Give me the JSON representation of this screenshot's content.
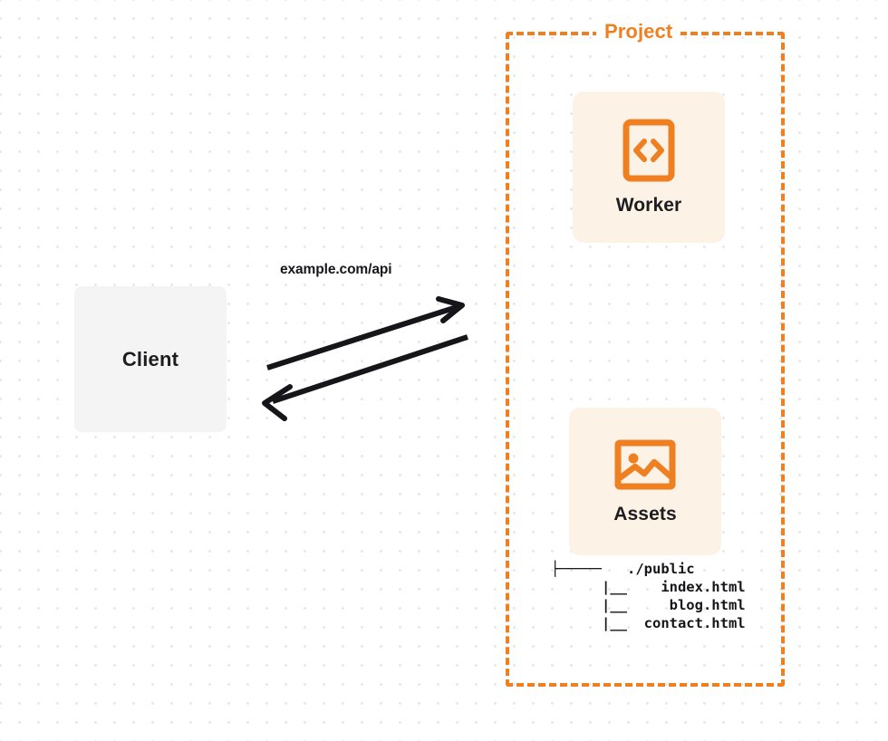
{
  "diagram": {
    "type": "architecture-diagram",
    "background": "dotted-grid",
    "colors": {
      "accent_orange": "#ef8022",
      "box_cream": "#fdf2e6",
      "box_gray": "#f4f4f5",
      "text_dark": "#1d1d1f",
      "arrow": "#16161a",
      "dot_grid": "#e6e6e8"
    }
  },
  "client": {
    "label": "Client",
    "icon": "client-box"
  },
  "connection": {
    "label": "example.com/api",
    "request_arrow": "arrow-right",
    "response_arrow": "arrow-left"
  },
  "project": {
    "title": "Project",
    "border_style": "dashed",
    "services": [
      {
        "label": "Worker",
        "icon": "code-brackets-icon"
      },
      {
        "label": "Assets",
        "icon": "image-icon"
      }
    ]
  },
  "file_tree": {
    "lines": [
      "├─────   ./public",
      "      |__    index.html",
      "      |__     blog.html",
      "      |__  contact.html"
    ],
    "root": "./public",
    "files": [
      "index.html",
      "blog.html",
      "contact.html"
    ]
  }
}
